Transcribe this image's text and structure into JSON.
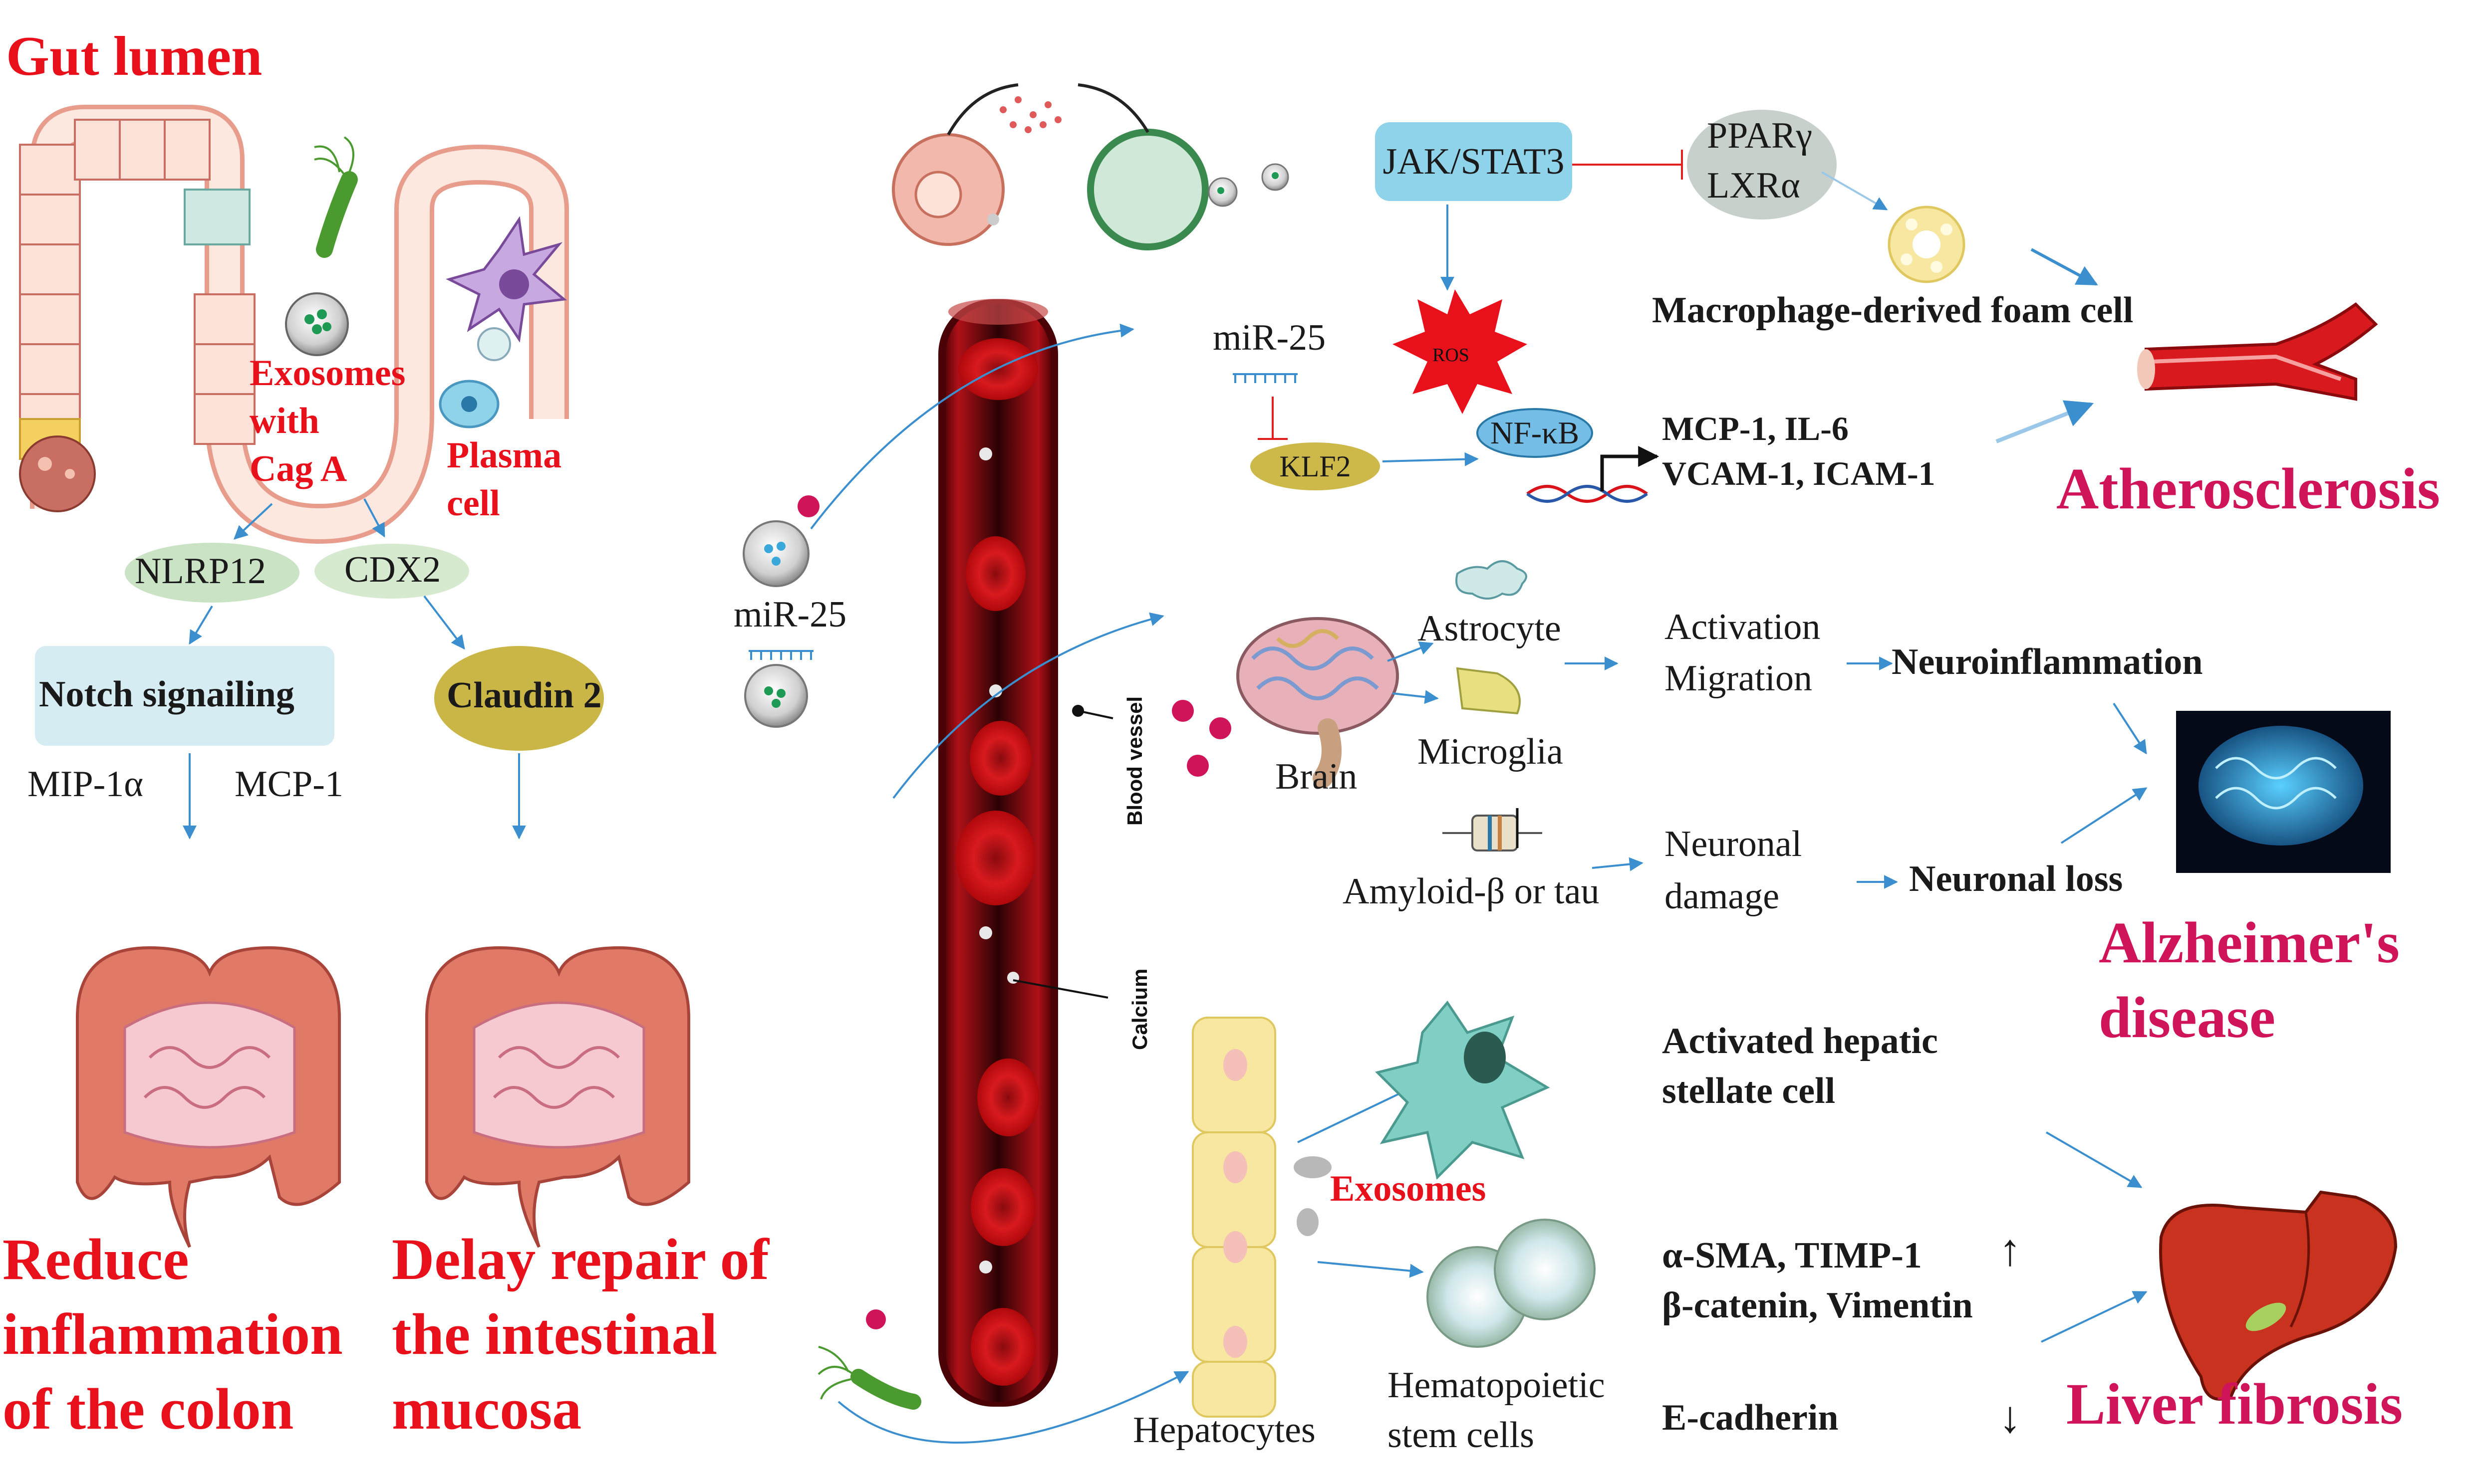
{
  "gut": {
    "title": "Gut lumen",
    "exosomes_label": "Exosomes\nwith\nCag A",
    "plasma_label": "Plasma\ncell",
    "nlrp12": "NLRP12",
    "cdx2": "CDX2",
    "notch": "Notch signailing",
    "claudin": "Claudin 2",
    "mip": "MIP-1α",
    "mcp": "MCP-1",
    "outcome_left": "Reduce\ninflammation\nof the colon",
    "outcome_right": "Delay repair of\nthe intestinal\nmucosa"
  },
  "circulation": {
    "mir25": "miR-25",
    "blood_vessel": "Blood vessel",
    "calcium": "Calcium"
  },
  "athero": {
    "jak": "JAK/STAT3",
    "ppar": "PPARγ",
    "lxr": "LXRα",
    "foam": "Macrophage-derived foam cell",
    "mir25": "miR-25",
    "ros": "ROS",
    "klf2": "KLF2",
    "nfkb": "NF-κB",
    "cyto1": "MCP-1, IL-6",
    "cyto2": "VCAM-1, ICAM-1",
    "disease": "Atherosclerosis"
  },
  "alz": {
    "brain": "Brain",
    "astrocyte": "Astrocyte",
    "microglia": "Microglia",
    "amyloid": "Amyloid-β or tau",
    "activation": "Activation",
    "migration": "Migration",
    "neuroinflammation": "Neuroinflammation",
    "neuronal": "Neuronal",
    "damage": "damage",
    "neuronal_loss": "Neuronal loss",
    "disease": "Alzheimer's\ndisease"
  },
  "liver": {
    "hepatocytes": "Hepatocytes",
    "exosomes": "Exosomes",
    "activated": "Activated hepatic",
    "stellate": "stellate cell",
    "hsc1": "Hematopoietic",
    "hsc2": "stem cells",
    "sma": "α-SMA, TIMP-1",
    "catenin": "β-catenin, Vimentin",
    "ecad": "E-cadherin",
    "up": "↑",
    "down": "↓",
    "disease": "Liver fibrosis"
  },
  "colors": {
    "red_text": "#e8101a",
    "disease_text": "#d0145a",
    "arrow_blue": "#3c8fcf",
    "inhibit_red": "#e02020",
    "vessel": "#8e0a10",
    "rbc": "#d01418",
    "jak_box": "#8fd3ea",
    "notch_box": "#d6ecf3",
    "claudin": "#c9b646",
    "klf2": "#cdb84a",
    "nlrp12": "#c9e3c4",
    "cdx2": "#d6ead0",
    "ppar": "#c8d0cc",
    "nfkb": "#74bde6",
    "liver": "#c8321e",
    "colon": "#e07a66"
  }
}
